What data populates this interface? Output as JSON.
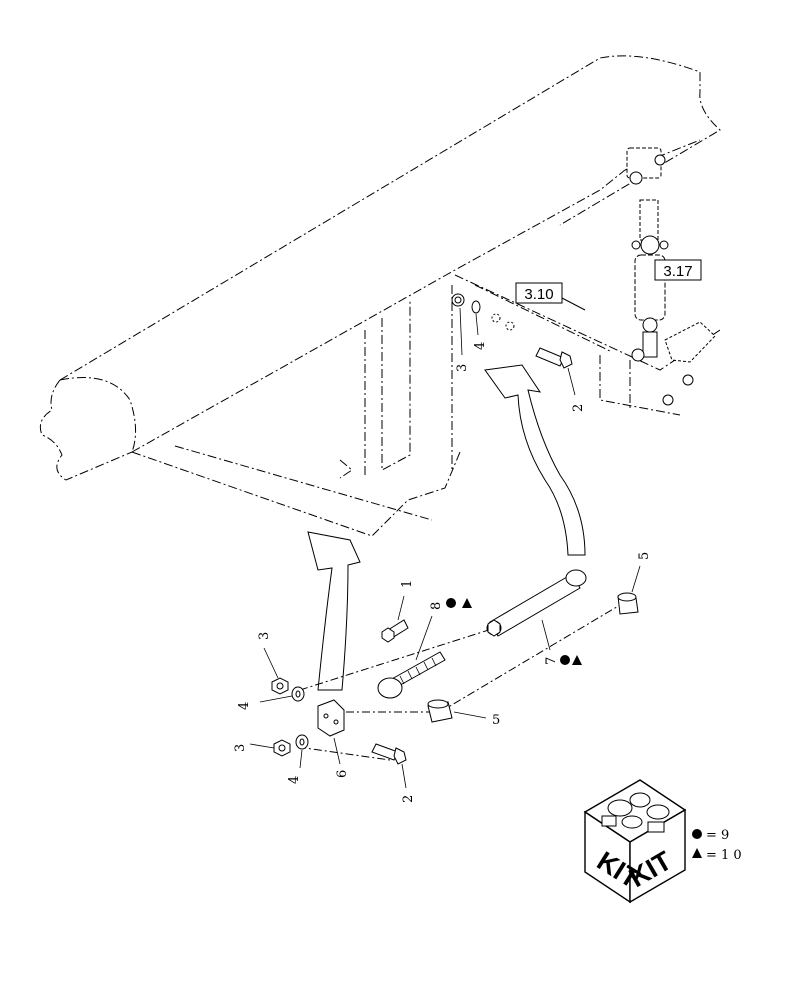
{
  "references": {
    "ref_3_10": "3.10",
    "ref_3_17": "3.17"
  },
  "callouts": {
    "c1": "1",
    "c2_upper": "2",
    "c2_lower": "2",
    "c3_upper": "3",
    "c3_left": "3",
    "c3_lower": "3",
    "c4_upper": "4",
    "c4_left": "4",
    "c4_lower": "4",
    "c5_right": "5",
    "c5_mid": "5",
    "c6": "6",
    "c7": "7",
    "c8": "8"
  },
  "kit": {
    "label_left": "KIT",
    "label_right": "KIT",
    "legend": [
      {
        "symbol": "circle",
        "text": "=  9"
      },
      {
        "symbol": "triangle",
        "text": "= 1 0"
      }
    ]
  }
}
